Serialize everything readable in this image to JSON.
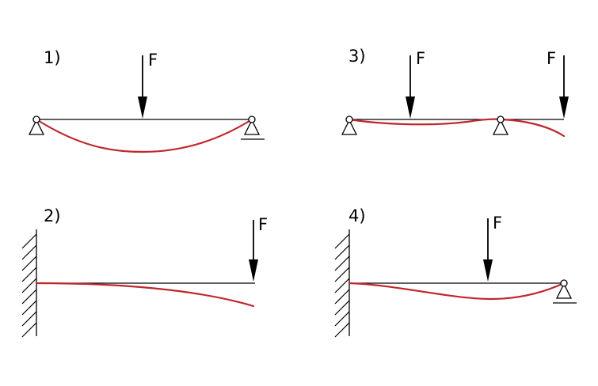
{
  "diagrams": [
    {
      "number": "1)",
      "force_label": "F"
    },
    {
      "number": "2)",
      "force_label": "F"
    },
    {
      "number": "3)",
      "force_labels": [
        "F",
        "F"
      ]
    },
    {
      "number": "4)",
      "force_label": "F"
    }
  ],
  "colors": {
    "beam": "#000000",
    "deflection": "#c0272d"
  }
}
